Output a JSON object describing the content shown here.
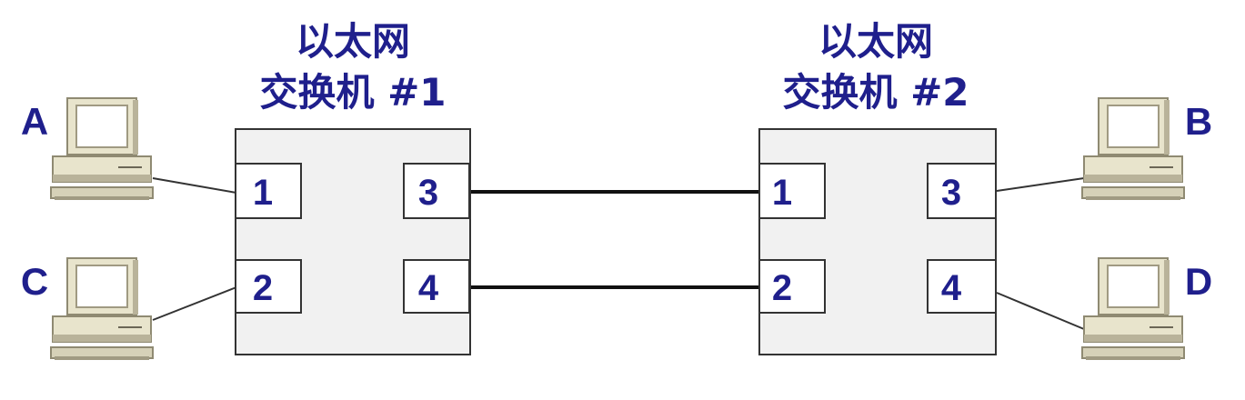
{
  "switches": [
    {
      "title_line1": "以太网",
      "title_line2": "交换机 #1",
      "ports": [
        "1",
        "2",
        "3",
        "4"
      ]
    },
    {
      "title_line1": "以太网",
      "title_line2": "交换机 #2",
      "ports": [
        "1",
        "2",
        "3",
        "4"
      ]
    }
  ],
  "hosts": {
    "a": "A",
    "b": "B",
    "c": "C",
    "d": "D"
  },
  "colors": {
    "label": "#1f1f8c",
    "switch_fill": "#f1f1f1",
    "computer_fill": "#e8e4cc",
    "computer_shadow": "#a09a82",
    "line": "#111111"
  }
}
